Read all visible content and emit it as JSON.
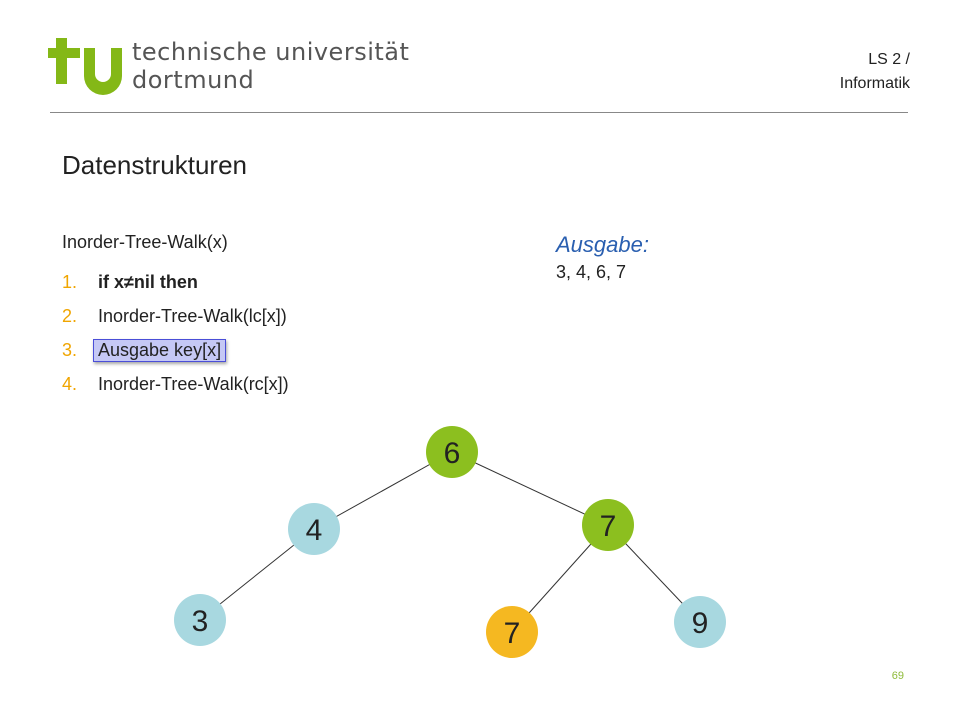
{
  "header": {
    "logo_line1": "technische universität",
    "logo_line2": "dortmund",
    "chair": "LS 2 /",
    "dept": "Informatik"
  },
  "title": "Datenstrukturen",
  "algorithm": {
    "name": "Inorder-Tree-Walk(x)",
    "steps": [
      {
        "num": "1.",
        "text": "if x≠nil then"
      },
      {
        "num": "2.",
        "text": "Inorder-Tree-Walk(lc[x])"
      },
      {
        "num": "3.",
        "text": "Ausgabe key[x]"
      },
      {
        "num": "4.",
        "text": "Inorder-Tree-Walk(rc[x])"
      }
    ]
  },
  "output": {
    "label": "Ausgabe:",
    "values": "3, 4, 6, 7"
  },
  "tree": {
    "nodes": [
      {
        "id": "n6",
        "key": "6",
        "state": "visited"
      },
      {
        "id": "n4",
        "key": "4",
        "state": "default"
      },
      {
        "id": "n7a",
        "key": "7",
        "state": "visited"
      },
      {
        "id": "n3",
        "key": "3",
        "state": "default"
      },
      {
        "id": "n7b",
        "key": "7",
        "state": "current"
      },
      {
        "id": "n9",
        "key": "9",
        "state": "default"
      }
    ],
    "edges": [
      [
        "n6",
        "n4"
      ],
      [
        "n6",
        "n7a"
      ],
      [
        "n4",
        "n3"
      ],
      [
        "n7a",
        "n7b"
      ],
      [
        "n7a",
        "n9"
      ]
    ],
    "colors": {
      "default": "#a8d8e0",
      "visited": "#8cbf1f",
      "current": "#f5b821"
    }
  },
  "page_number": "69",
  "colors": {
    "brand_green": "#84b817",
    "accent_orange": "#f0a500",
    "output_blue": "#2a5fb0"
  }
}
